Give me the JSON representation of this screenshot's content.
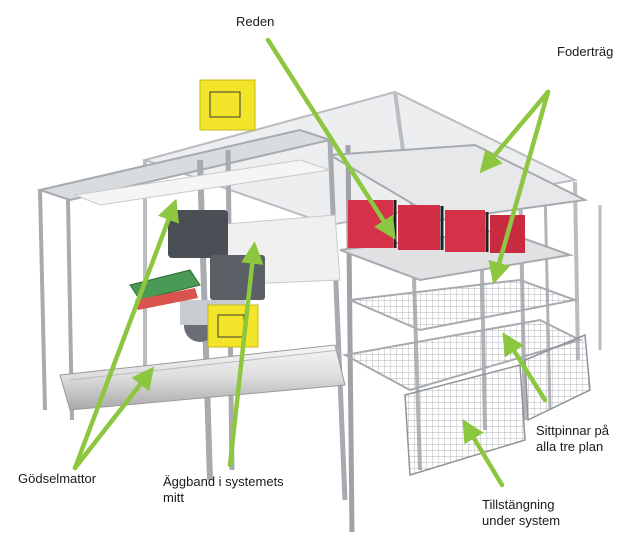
{
  "labels": {
    "reden": "Reden",
    "fodertrag": "Foderträg",
    "sittpinnar": [
      "Sittpinnar på",
      "alla tre plan"
    ],
    "godselmattor": "Gödselmattor",
    "aggband": [
      "Äggband i systemets",
      "mitt"
    ],
    "tillstangning": [
      "Tillstängning",
      "under system"
    ]
  },
  "colors": {
    "arrow": "#8dc63f",
    "frame": "#b9bcc0",
    "nest": "#d5324a",
    "label_box": "#f3e52a",
    "motor": "#4a4e55",
    "text": "#1a1a1a"
  }
}
